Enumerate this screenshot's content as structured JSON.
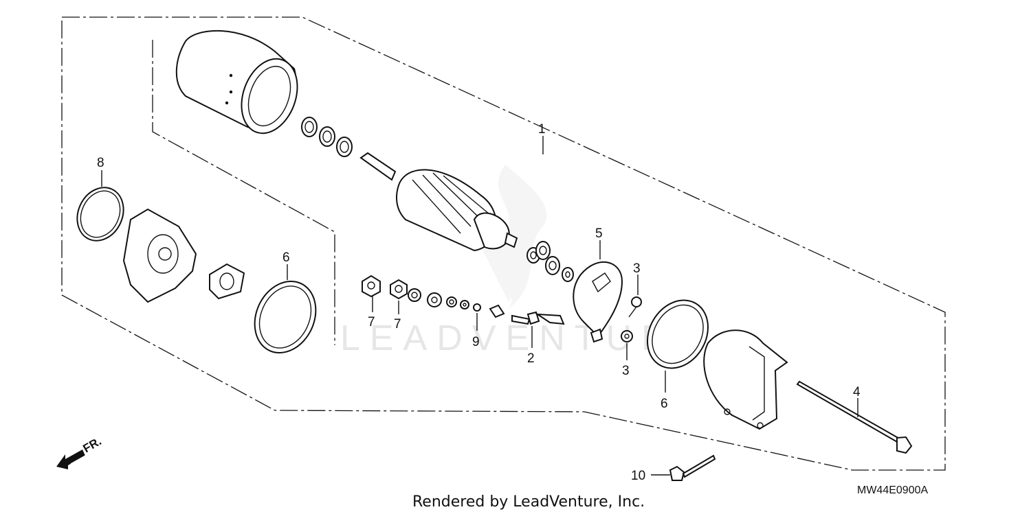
{
  "diagram": {
    "watermark": "LEADVENTURE",
    "diagram_code": "MW44E0900A",
    "credit": "Rendered by LeadVenture, Inc.",
    "front_marker": "FR.",
    "callouts": [
      {
        "id": "c1",
        "text": "1"
      },
      {
        "id": "c2",
        "text": "2"
      },
      {
        "id": "c3a",
        "text": "3"
      },
      {
        "id": "c3b",
        "text": "3"
      },
      {
        "id": "c4",
        "text": "4"
      },
      {
        "id": "c5",
        "text": "5"
      },
      {
        "id": "c6a",
        "text": "6"
      },
      {
        "id": "c6b",
        "text": "6"
      },
      {
        "id": "c7a",
        "text": "7"
      },
      {
        "id": "c7b",
        "text": "7"
      },
      {
        "id": "c8",
        "text": "8"
      },
      {
        "id": "c9",
        "text": "9"
      },
      {
        "id": "c10",
        "text": "10"
      }
    ]
  }
}
